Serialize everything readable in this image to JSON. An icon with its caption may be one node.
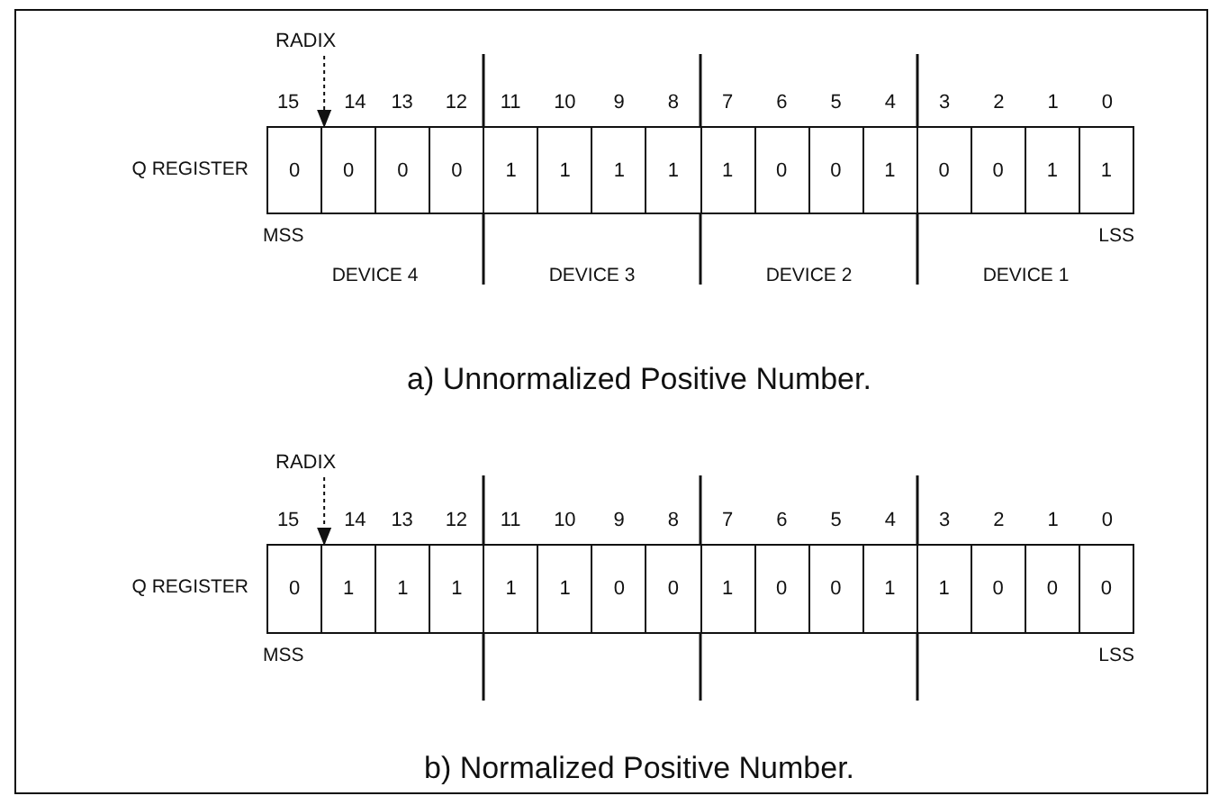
{
  "diagram": {
    "nodes": [
      {
        "text": [
          "RADIX"
        ]
      },
      {
        "text": [],
        "shape": "box"
      },
      {
        "text": [
          "0"
        ],
        "in": 1
      },
      {
        "text": [
          "0"
        ],
        "in": 1
      },
      {
        "text": [
          "0"
        ],
        "in": 1
      },
      {
        "text": [
          "0"
        ],
        "in": 1
      },
      {
        "text": [
          "1"
        ],
        "in": 1
      },
      {
        "text": [
          "1"
        ],
        "in": 1
      },
      {
        "text": [
          "1"
        ],
        "in": 1
      },
      {
        "text": [
          "1"
        ],
        "in": 1
      },
      {
        "text": [
          "1"
        ],
        "in": 1
      },
      {
        "text": [
          "0"
        ],
        "in": 1
      },
      {
        "text": [
          "0"
        ],
        "in": 1
      },
      {
        "text": [
          "1"
        ],
        "in": 1
      },
      {
        "text": [
          "0"
        ],
        "in": 1
      },
      {
        "text": [
          "0"
        ],
        "in": 1
      },
      {
        "text": [
          "1"
        ],
        "in": 1
      },
      {
        "text": [
          "1"
        ],
        "in": 1
      },
      {
        "text": [
          "RADIX"
        ]
      },
      {
        "text": [],
        "shape": "box"
      },
      {
        "text": [
          "0"
        ],
        "in": 19
      },
      {
        "text": [
          "1"
        ],
        "in": 19
      },
      {
        "text": [
          "1"
        ],
        "in": 19
      },
      {
        "text": [
          "1"
        ],
        "in": 19
      },
      {
        "text": [
          "1"
        ],
        "in": 19
      },
      {
        "text": [
          "1"
        ],
        "in": 19
      },
      {
        "text": [
          "0"
        ],
        "in": 19
      },
      {
        "text": [
          "0"
        ],
        "in": 19
      },
      {
        "text": [
          "1"
        ],
        "in": 19
      },
      {
        "text": [
          "0"
        ],
        "in": 19
      },
      {
        "text": [
          "0"
        ],
        "in": 19
      },
      {
        "text": [
          "1"
        ],
        "in": 19
      },
      {
        "text": [
          "1"
        ],
        "in": 19
      },
      {
        "text": [
          "0"
        ],
        "in": 19
      },
      {
        "text": [
          "0"
        ],
        "in": 19
      },
      {
        "text": [
          "0"
        ],
        "in": 19
      }
    ],
    "edges": [
      {
        "from": 0,
        "to": 3,
        "arrow": "to",
        "style": "dashed"
      },
      {
        "from": 18,
        "to": 21,
        "arrow": "to",
        "style": "dashed"
      }
    ],
    "labels": [
      "15",
      "14",
      "13",
      "12",
      "11",
      "10",
      "9",
      "8",
      "7",
      "6",
      "5",
      "4",
      "3",
      "2",
      "1",
      "0",
      "Q REGISTER",
      "MSS",
      "LSS",
      "DEVICE 4",
      "DEVICE 3",
      "DEVICE 2",
      "DEVICE 1",
      "a) Unnormalized Positive Number.",
      "15",
      "14",
      "13",
      "12",
      "11",
      "10",
      "9",
      "8",
      "7",
      "6",
      "5",
      "4",
      "3",
      "2",
      "1",
      "0",
      "Q REGISTER",
      "MSS",
      "LSS",
      "b) Normalized Positive Number."
    ]
  }
}
